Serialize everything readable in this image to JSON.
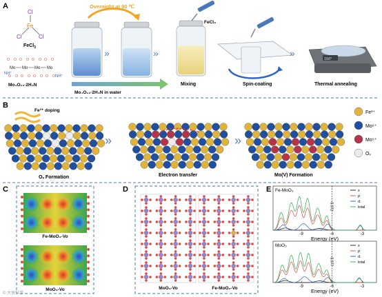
{
  "colors": {
    "orange_accent": "#f2a423",
    "dashed_border": "#4a78b8",
    "mo6_blue": "#1f4f9e",
    "fe_gold": "#e0b43c",
    "mo5_red": "#b5344a",
    "ov_white": "#ececec",
    "s_black": "#1a1a1a",
    "p_red": "#e0483a",
    "d_blue": "#2d62c8",
    "total_green": "#2aa84a"
  },
  "panel_a": {
    "letter": "A",
    "fecl3_formula": "FeCl",
    "fecl3_sub": "3",
    "fe": "Fe",
    "cl": "Cl",
    "overnight": "Overnight at 90 ℃",
    "mo": "Mo",
    "o": "O",
    "nh4": "NH",
    "nh4_sup": "4",
    "nh4_plus": "+",
    "ao_formula": "Mo₄O₁₃·2H₄N",
    "ao_in_water": "Mo₄O₁₃·2H₄N in water",
    "fecl3_small": "FeCl₃",
    "mixing": "Mixing",
    "spin_coating": "Spin-coating",
    "thermal_annealing": "Thermal annealing",
    "hotplate_display": "150°"
  },
  "panel_b": {
    "letter": "B",
    "fe_doping": "Fe³⁺ doping",
    "ov_formation": "Oᵥ Formation",
    "electron_transfer": "Electron transfer",
    "mov_formation": "Mo(V) Formation",
    "legend": [
      {
        "label": "Fe³⁺",
        "color": "#e0b43c"
      },
      {
        "label": "Mo⁶⁺",
        "color": "#1f4f9e"
      },
      {
        "label": "Mo⁵⁺",
        "color": "#b5344a"
      },
      {
        "label": "Oᵥ",
        "color": "#ececec"
      }
    ]
  },
  "panel_c": {
    "letter": "C",
    "top_label": "Fe-MoO₃-Vo",
    "bottom_label": "MoO₃-Vo"
  },
  "panel_d": {
    "letter": "D",
    "left_label": "MoO₃-Vo",
    "right_label": "Fe-MoO₃-Vo"
  },
  "panel_e": {
    "letter": "E",
    "watermark": "© 大侠科学"
  },
  "chart_data": [
    {
      "type": "line",
      "title": "Fe-MoO₃",
      "xlabel": "Energy (eV)",
      "ylabel": "",
      "xticks": [
        -9,
        -6,
        -3
      ],
      "xlim": [
        -11.8,
        -1.6
      ],
      "ylim": [
        0,
        1.0
      ],
      "marker": {
        "x": -6.0,
        "label": "-5.972"
      },
      "series": [
        {
          "name": "s",
          "color": "#1a1a1a",
          "peaks": [
            {
              "x": -10.6,
              "h": 0.05,
              "w": 0.5
            },
            {
              "x": -7.2,
              "h": 0.04,
              "w": 0.6
            }
          ]
        },
        {
          "name": "p",
          "color": "#e0483a",
          "peaks": [
            {
              "x": -11.0,
              "h": 0.28,
              "w": 0.35
            },
            {
              "x": -10.0,
              "h": 0.45,
              "w": 0.4
            },
            {
              "x": -9.2,
              "h": 0.55,
              "w": 0.35
            },
            {
              "x": -8.4,
              "h": 0.5,
              "w": 0.35
            },
            {
              "x": -7.4,
              "h": 0.35,
              "w": 0.4
            },
            {
              "x": -6.5,
              "h": 0.22,
              "w": 0.3
            }
          ]
        },
        {
          "name": "d",
          "color": "#2d62c8",
          "peaks": [
            {
              "x": -10.8,
              "h": 0.12,
              "w": 0.4
            },
            {
              "x": -8.8,
              "h": 0.15,
              "w": 0.5
            },
            {
              "x": -6.4,
              "h": 0.14,
              "w": 0.4
            },
            {
              "x": -3.2,
              "h": 0.1,
              "w": 0.25
            }
          ]
        },
        {
          "name": "total",
          "color": "#2aa84a",
          "peaks": [
            {
              "x": -11.0,
              "h": 0.4,
              "w": 0.35
            },
            {
              "x": -10.0,
              "h": 0.62,
              "w": 0.4
            },
            {
              "x": -9.2,
              "h": 0.75,
              "w": 0.35
            },
            {
              "x": -8.4,
              "h": 0.72,
              "w": 0.35
            },
            {
              "x": -7.4,
              "h": 0.5,
              "w": 0.4
            },
            {
              "x": -6.5,
              "h": 0.32,
              "w": 0.3
            },
            {
              "x": -3.2,
              "h": 0.12,
              "w": 0.25
            }
          ]
        }
      ]
    },
    {
      "type": "line",
      "title": "MoO₃",
      "xlabel": "Energy (eV)",
      "ylabel": "",
      "xticks": [
        -9,
        -6,
        -3
      ],
      "xlim": [
        -11.8,
        -1.6
      ],
      "ylim": [
        0,
        1.0
      ],
      "marker": {
        "x": -6.0,
        "label": "-5.977"
      },
      "series": [
        {
          "name": "s",
          "color": "#1a1a1a",
          "peaks": [
            {
              "x": -10.6,
              "h": 0.05,
              "w": 0.5
            },
            {
              "x": -7.2,
              "h": 0.04,
              "w": 0.6
            }
          ]
        },
        {
          "name": "p",
          "color": "#e0483a",
          "peaks": [
            {
              "x": -10.9,
              "h": 0.3,
              "w": 0.35
            },
            {
              "x": -10.0,
              "h": 0.5,
              "w": 0.4
            },
            {
              "x": -9.1,
              "h": 0.52,
              "w": 0.35
            },
            {
              "x": -8.3,
              "h": 0.48,
              "w": 0.35
            },
            {
              "x": -7.3,
              "h": 0.32,
              "w": 0.4
            },
            {
              "x": -6.5,
              "h": 0.2,
              "w": 0.3
            }
          ]
        },
        {
          "name": "d",
          "color": "#2d62c8",
          "peaks": [
            {
              "x": -10.7,
              "h": 0.1,
              "w": 0.4
            },
            {
              "x": -8.7,
              "h": 0.14,
              "w": 0.5
            },
            {
              "x": -6.4,
              "h": 0.12,
              "w": 0.4
            },
            {
              "x": -3.3,
              "h": 0.1,
              "w": 0.25
            }
          ]
        },
        {
          "name": "total",
          "color": "#2aa84a",
          "peaks": [
            {
              "x": -10.9,
              "h": 0.42,
              "w": 0.35
            },
            {
              "x": -10.0,
              "h": 0.66,
              "w": 0.4
            },
            {
              "x": -9.1,
              "h": 0.72,
              "w": 0.35
            },
            {
              "x": -8.3,
              "h": 0.7,
              "w": 0.35
            },
            {
              "x": -7.3,
              "h": 0.46,
              "w": 0.4
            },
            {
              "x": -6.5,
              "h": 0.3,
              "w": 0.3
            },
            {
              "x": -3.3,
              "h": 0.12,
              "w": 0.25
            }
          ]
        }
      ]
    }
  ]
}
